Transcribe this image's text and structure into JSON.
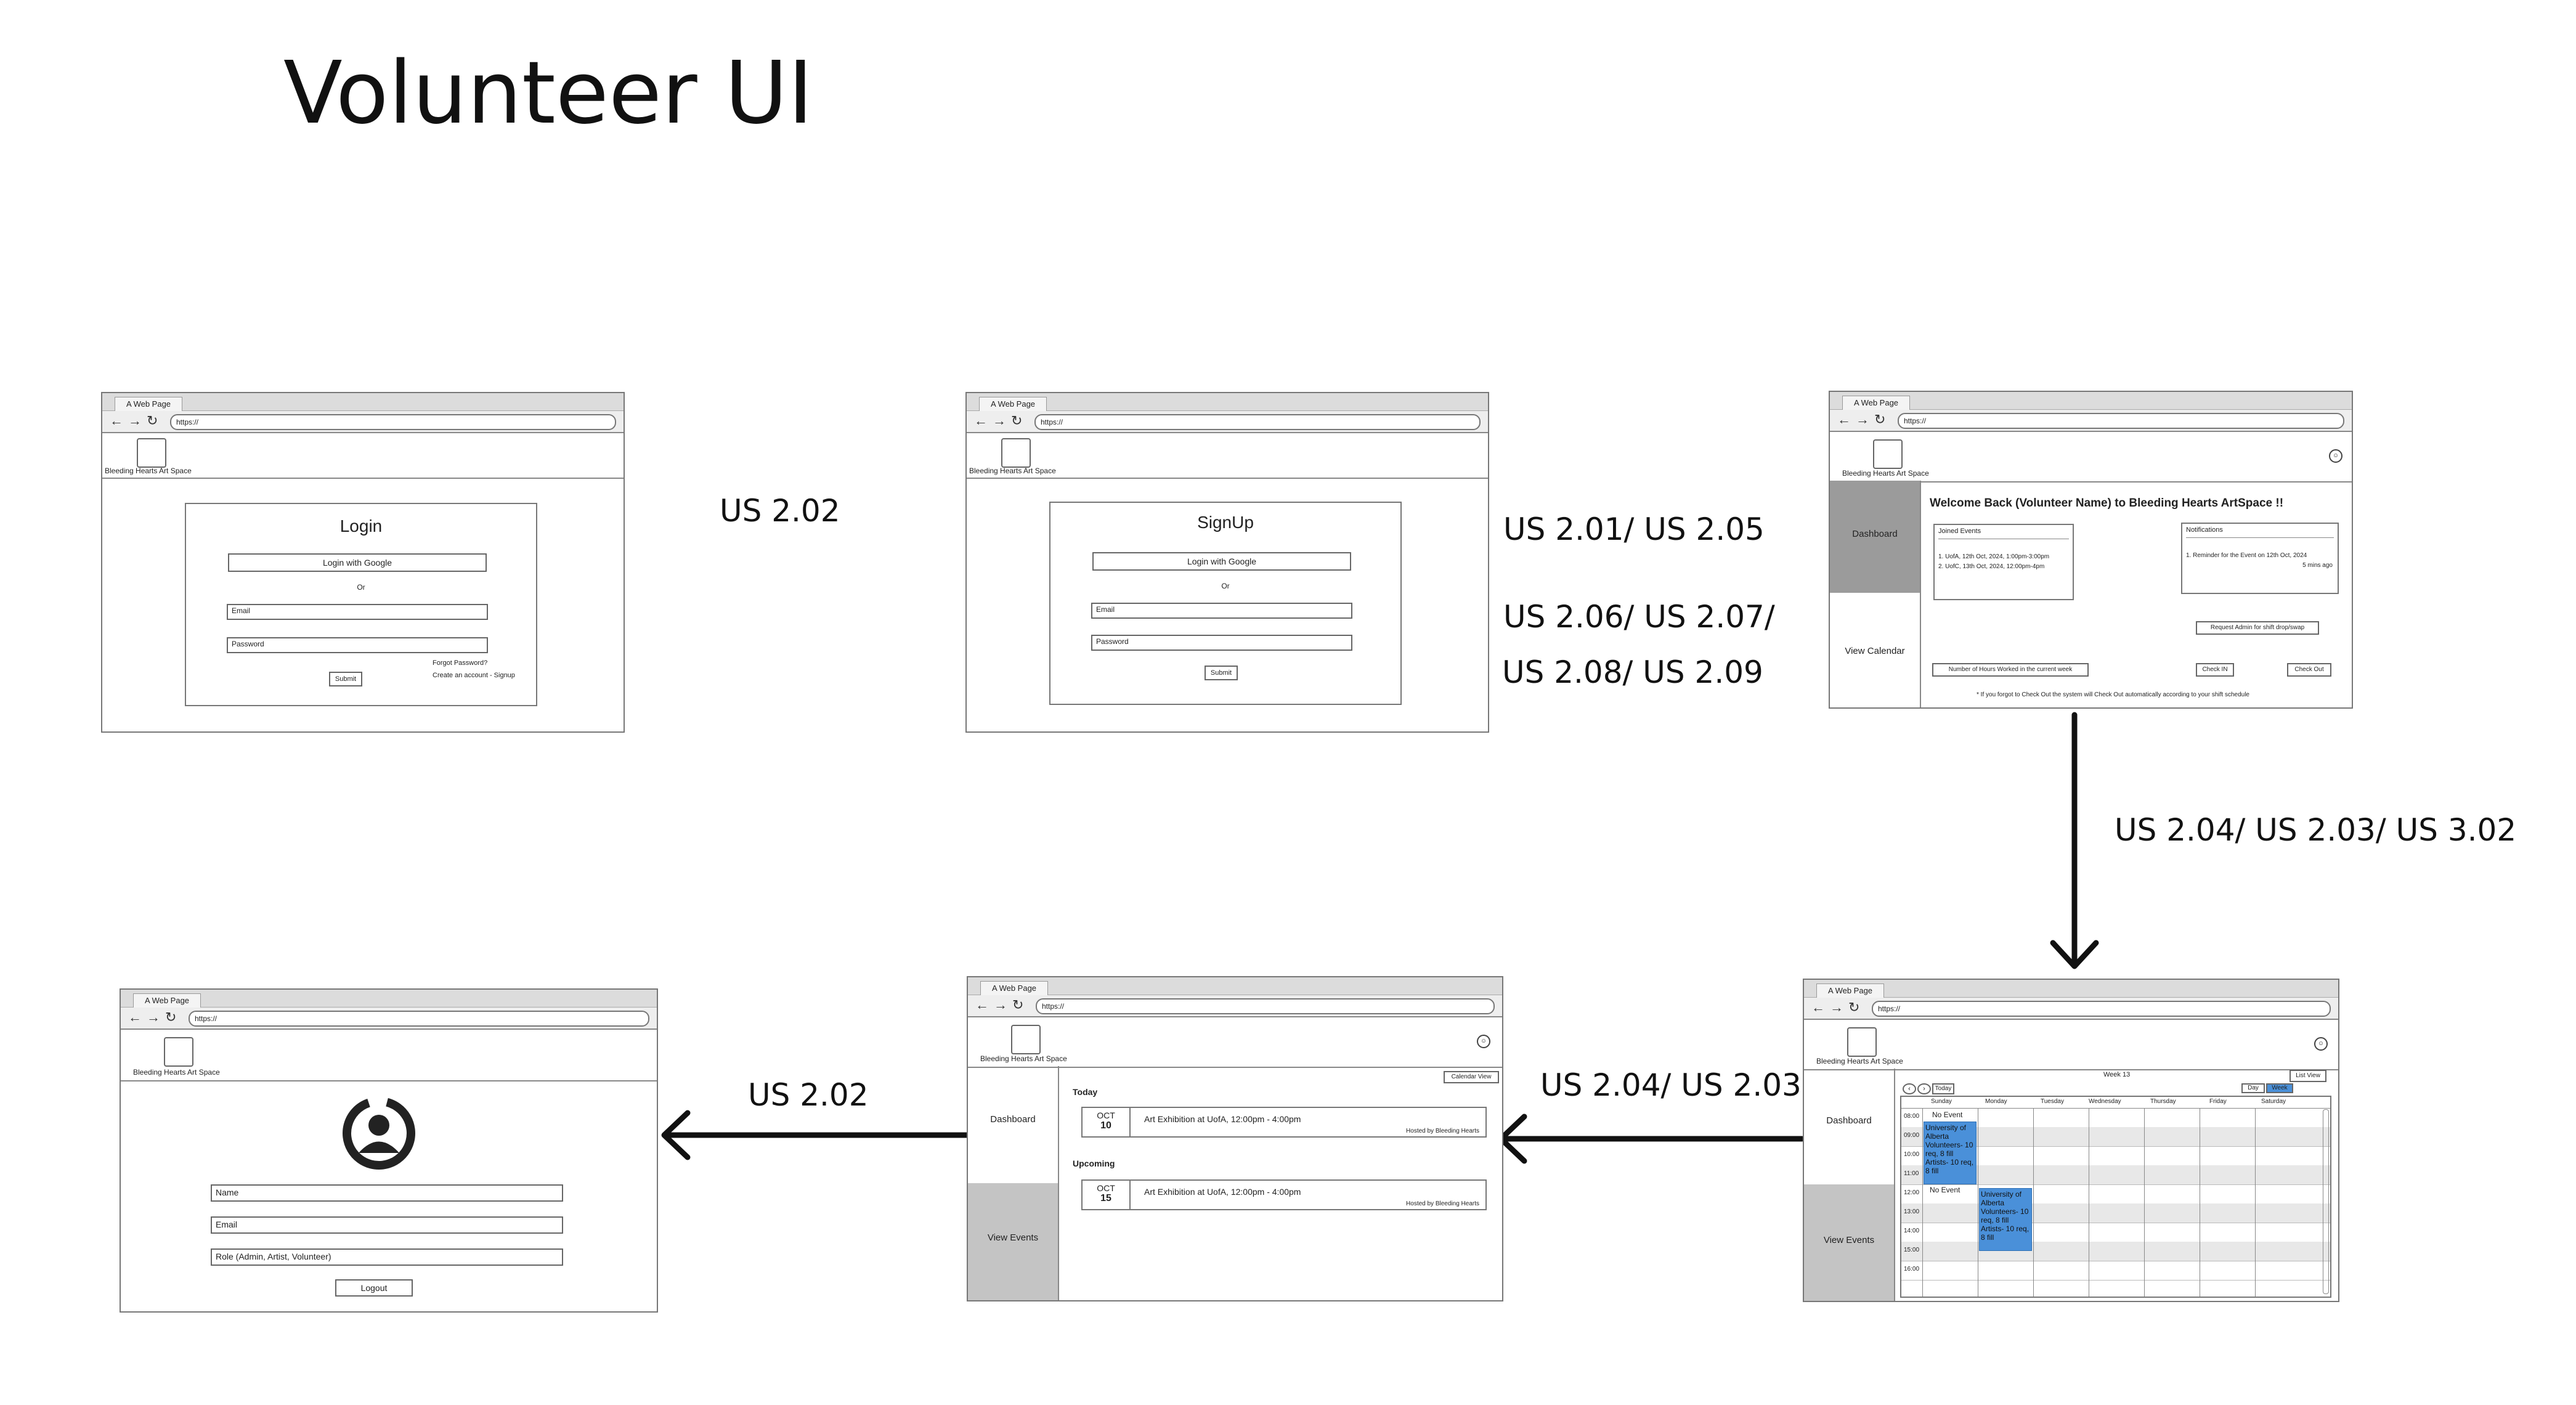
{
  "title": "Volunteer UI",
  "labels": {
    "us_login": "US 2.02",
    "us_signup_1": "US 2.01/ US 2.05",
    "us_signup_2": "US 2.06/ US 2.07/",
    "us_signup_3": "US 2.08/ US 2.09",
    "us_dash_to_cal": "US 2.04/ US 2.03/ US 3.02",
    "us_cal_to_events": "US 2.04/ US 2.03",
    "us_events_to_profile": "US 2.02"
  },
  "browser": {
    "tab": "A Web Page",
    "url": "https://"
  },
  "brand": "Bleeding Hearts Art Space",
  "icons": {
    "back": "arrow-left-icon",
    "forward": "arrow-right-icon",
    "reload": "reload-icon",
    "profile": "user-circle-icon"
  },
  "login": {
    "heading": "Login",
    "google": "Login with Google",
    "or": "Or",
    "email": "Email",
    "password": "Password",
    "forgot": "Forgot Password?",
    "create": "Create an account - Signup",
    "submit": "Submit"
  },
  "signup": {
    "heading": "SignUp",
    "google": "Login with Google",
    "or": "Or",
    "email": "Email",
    "password": "Password",
    "submit": "Submit"
  },
  "dashboard": {
    "welcome": "Welcome Back (Volunteer Name) to Bleeding Hearts ArtSpace !!",
    "side_dashboard": "Dashboard",
    "side_calendar": "View Calendar",
    "joined_title": "Joined Events",
    "joined_1": "1. UofA, 12th Oct, 2024, 1:00pm-3:00pm",
    "joined_2": "2. UofC, 13th Oct, 2024, 12:00pm-4pm",
    "notif_title": "Notifications",
    "notif_1": "1. Reminder for the Event on 12th Oct, 2024",
    "notif_time": "5 mins ago",
    "request_btn": "Request Admin for shift drop/swap",
    "hours_btn": "Number of Hours Worked in the current week",
    "checkin": "Check IN",
    "checkout": "Check Out",
    "note": "* If you forgot to Check Out the system will Check Out automatically according to your shift schedule"
  },
  "calendar": {
    "side_dashboard": "Dashboard",
    "side_events": "View Events",
    "week": "Week 13",
    "today_btn": "Today",
    "list_view": "List View",
    "day_btn": "Day",
    "week_btn": "Week",
    "days": [
      "Sunday",
      "Monday",
      "Tuesday",
      "Wednesday",
      "Thursday",
      "Friday",
      "Saturday"
    ],
    "times": [
      "08:00",
      "09:00",
      "10:00",
      "11:00",
      "12:00",
      "13:00",
      "14:00",
      "15:00",
      "16:00"
    ],
    "no_event_1": "No Event",
    "no_event_2": "No Event",
    "event_1": "University of Alberta Volunteers- 10 req, 8 fill Artists- 10 req, 8 fill",
    "event_2": "University of Alberta Volunteers- 10 req, 8 fill Artists- 10 req, 8 fill"
  },
  "events": {
    "side_dashboard": "Dashboard",
    "side_events": "View Events",
    "calendar_view": "Calendar View",
    "today": "Today",
    "upcoming": "Upcoming",
    "e1_month": "OCT",
    "e1_day": "10",
    "e1_title": "Art Exhibition at UofA, 12:00pm - 4:00pm",
    "e1_host": "Hosted by Bleeding Hearts",
    "e2_month": "OCT",
    "e2_day": "15",
    "e2_title": "Art Exhibition at UofA, 12:00pm - 4:00pm",
    "e2_host": "Hosted by Bleeding Hearts"
  },
  "profile": {
    "name": "Name",
    "email": "Email",
    "role": "Role (Admin, Artist, Volunteer)",
    "logout": "Logout"
  }
}
